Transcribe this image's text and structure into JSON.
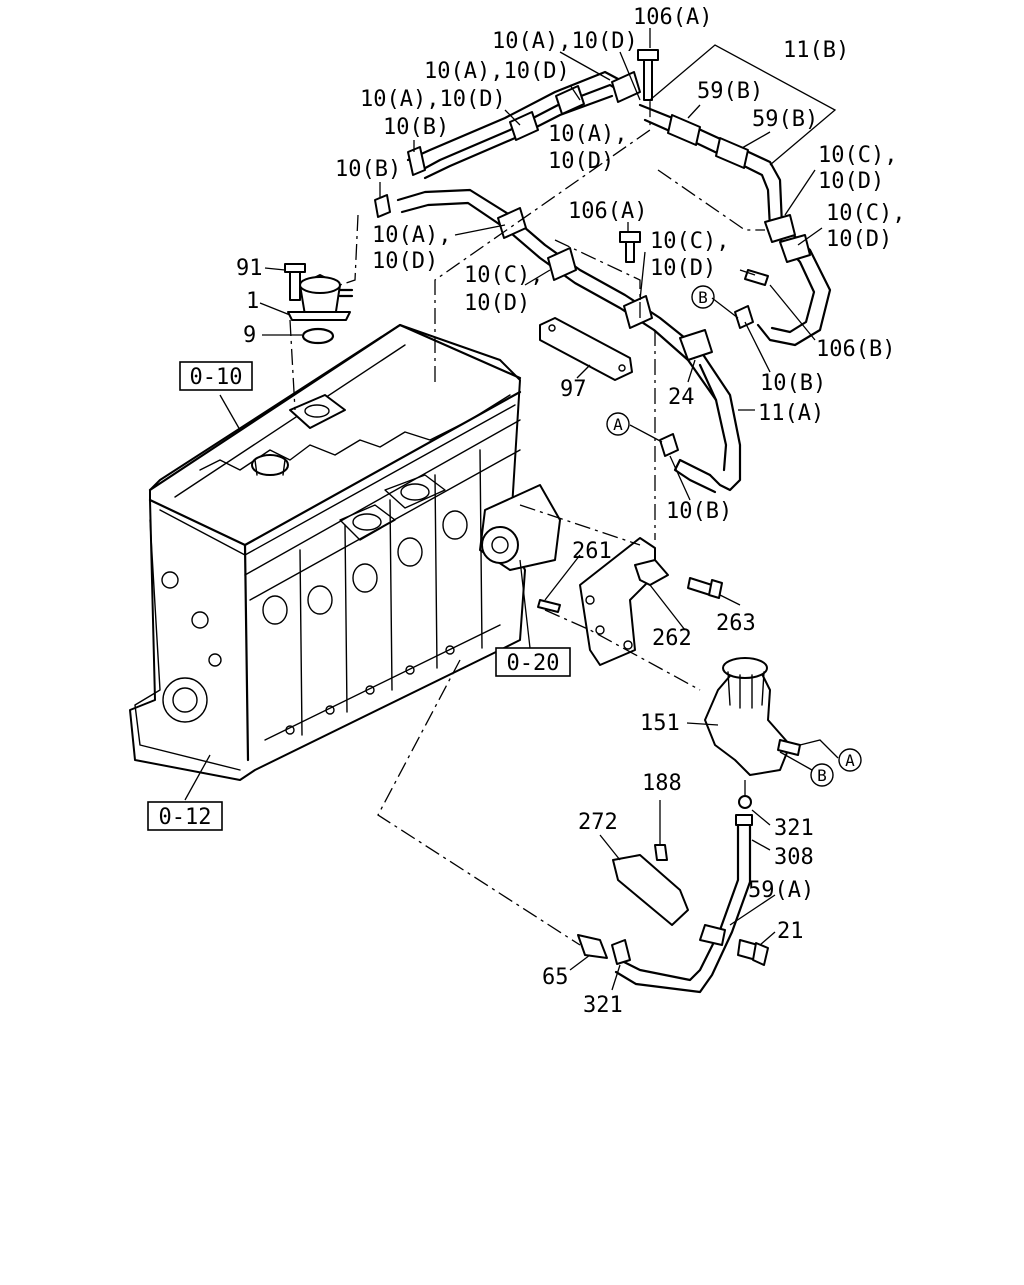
{
  "references": {
    "engine_head": "0-10",
    "engine_block": "0-12",
    "water_pump": "0-20"
  },
  "callouts": {
    "c106a_top": "106(A)",
    "c10ad_1": "10(A),10(D)",
    "c10ad_2": "10(A),10(D)",
    "c10ad_3": "10(A),10(D)",
    "c11b": "11(B)",
    "c59b_1": "59(B)",
    "c59b_2": "59(B)",
    "c10b_1": "10(B)",
    "c10a_mid": "10(A),",
    "c10d_mid": "10(D)",
    "c10b_2": "10(B)",
    "c10c_r1": "10(C),",
    "c10d_r1": "10(D)",
    "c10c_r2": "10(C),",
    "c10d_r2": "10(D)",
    "c10a_left": "10(A),",
    "c10d_left": "10(D)",
    "c106a_mid": "106(A)",
    "c10c_m1": "10(C),",
    "c10d_m1": "10(D)",
    "c10c_m2": "10(C),",
    "c10d_m2": "10(D)",
    "c91": "91",
    "c1": "1",
    "c9": "9",
    "c106b": "106(B)",
    "c10b_3": "10(B)",
    "c97": "97",
    "c24": "24",
    "c11a": "11(A)",
    "c10b_4": "10(B)",
    "c261": "261",
    "c262": "262",
    "c263": "263",
    "c151": "151",
    "c188": "188",
    "c272": "272",
    "c321_1": "321",
    "c308": "308",
    "c59a": "59(A)",
    "c21": "21",
    "c65": "65",
    "c321_2": "321"
  },
  "connectors": {
    "a": "A",
    "b": "B"
  }
}
